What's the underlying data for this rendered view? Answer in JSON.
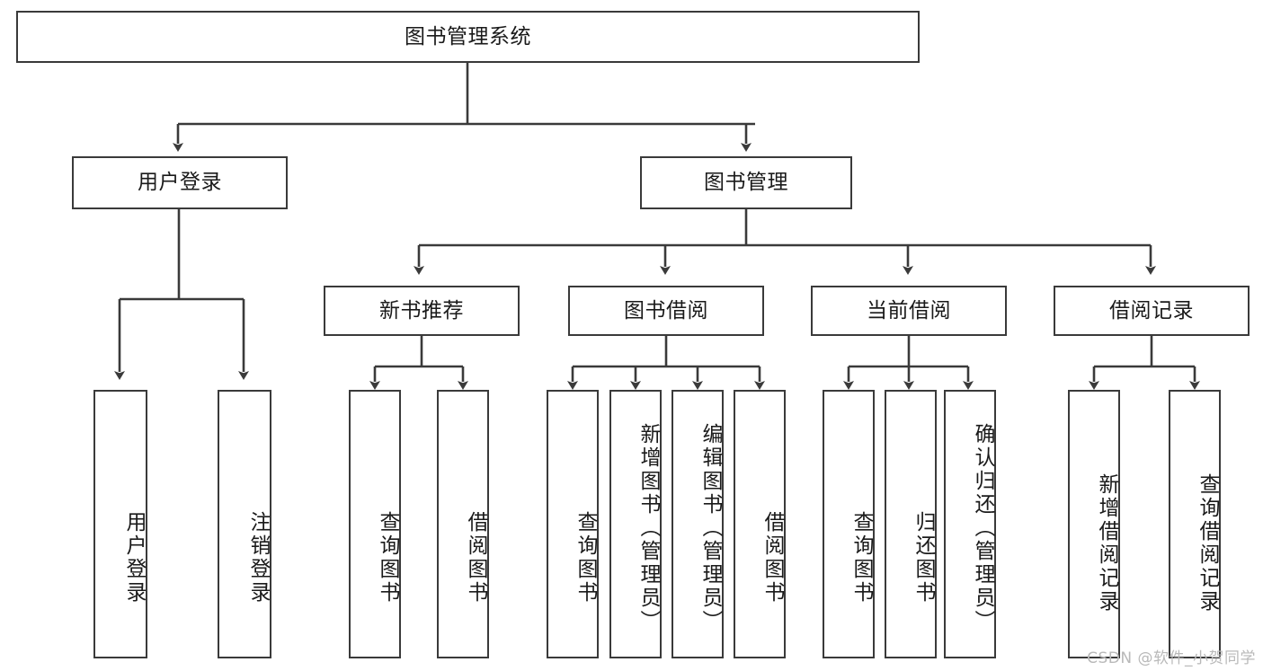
{
  "diagram": {
    "type": "tree-hierarchy",
    "title": "图书管理系统",
    "root": {
      "id": "root",
      "label": "图书管理系统",
      "level": 1
    },
    "level2": [
      {
        "id": "user-login",
        "label": "用户登录"
      },
      {
        "id": "book-management",
        "label": "图书管理"
      }
    ],
    "level3": [
      {
        "id": "new-book-recommend",
        "label": "新书推荐",
        "parent": "book-management"
      },
      {
        "id": "book-borrow",
        "label": "图书借阅",
        "parent": "book-management"
      },
      {
        "id": "current-borrow",
        "label": "当前借阅",
        "parent": "book-management"
      },
      {
        "id": "borrow-record",
        "label": "借阅记录",
        "parent": "book-management"
      }
    ],
    "leaves": [
      {
        "id": "leaf-user-login",
        "label": "用户登录",
        "parent": "user-login"
      },
      {
        "id": "leaf-logout",
        "label": "注销登录",
        "parent": "user-login"
      },
      {
        "id": "leaf-query-book-1",
        "label": "查询图书",
        "parent": "new-book-recommend"
      },
      {
        "id": "leaf-borrow-book-1",
        "label": "借阅图书",
        "parent": "new-book-recommend"
      },
      {
        "id": "leaf-query-book-2",
        "label": "查询图书",
        "parent": "book-borrow"
      },
      {
        "id": "leaf-add-book",
        "label": "新增图书（管理员）",
        "parent": "book-borrow"
      },
      {
        "id": "leaf-edit-book",
        "label": "编辑图书（管理员）",
        "parent": "book-borrow"
      },
      {
        "id": "leaf-borrow-book-2",
        "label": "借阅图书",
        "parent": "book-borrow"
      },
      {
        "id": "leaf-query-book-3",
        "label": "查询图书",
        "parent": "current-borrow"
      },
      {
        "id": "leaf-return-book",
        "label": "归还图书",
        "parent": "current-borrow"
      },
      {
        "id": "leaf-confirm-return",
        "label": "确认归还（管理员）",
        "parent": "current-borrow"
      },
      {
        "id": "leaf-add-record",
        "label": "新增借阅记录",
        "parent": "borrow-record"
      },
      {
        "id": "leaf-query-record",
        "label": "查询借阅记录",
        "parent": "borrow-record"
      }
    ]
  },
  "watermark": {
    "text": "CSDN @软件_小贺同学"
  },
  "colors": {
    "stroke": "#3a3a3a",
    "box_fill": "#ffffff",
    "text": "#1a1a1a",
    "watermark": "#b9b9b9",
    "background": "#ffffff"
  }
}
